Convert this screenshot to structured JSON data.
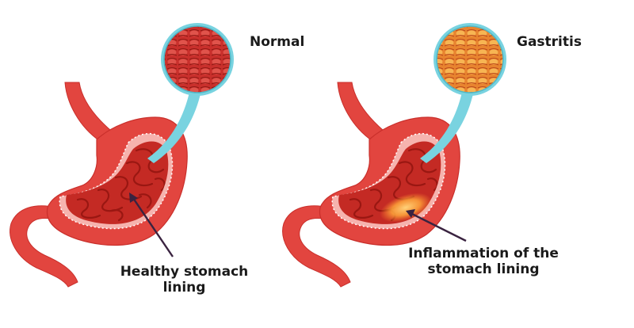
{
  "panels": [
    {
      "title": "Normal",
      "callout_line1": "Healthy stomach",
      "callout_line2": "lining"
    },
    {
      "title": "Gastritis",
      "callout_line1": "Inflammation of the",
      "callout_line2": "stomach lining"
    }
  ],
  "colors": {
    "stomach_outer": "#e2453f",
    "stomach_outer_dark": "#c92f2b",
    "lining_pink": "#f6b3ae",
    "interior": "#c42a24",
    "fold": "#9a1712",
    "lens_ring": "#79d3e0",
    "normal_tissue": "#c9302c",
    "gastritis_tissue": "#f0a341",
    "inflammation_glow": "#ffb347",
    "pointer": "#3a2340"
  }
}
